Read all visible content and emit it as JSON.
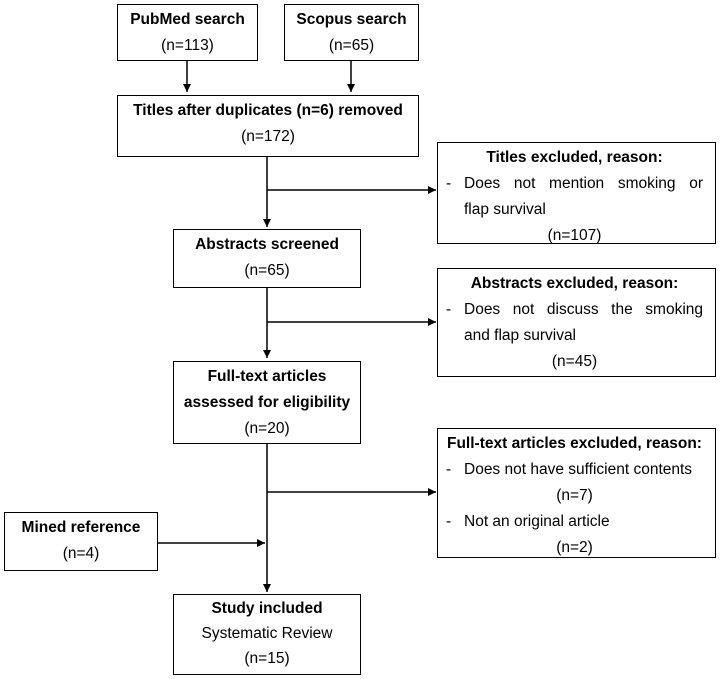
{
  "boxes": {
    "pubmed": {
      "title": "PubMed search",
      "count": "(n=113)"
    },
    "scopus": {
      "title": "Scopus search",
      "count": "(n=65)"
    },
    "titles": {
      "title": "Titles after duplicates (n=6) removed",
      "count": "(n=172)"
    },
    "abstracts": {
      "title": "Abstracts screened",
      "count": "(n=65)"
    },
    "fulltext": {
      "title_line1": "Full-text articles",
      "title_line2": "assessed for eligibility",
      "count": "(n=20)"
    },
    "mined": {
      "title": "Mined reference",
      "count": "(n=4)"
    },
    "included": {
      "title": "Study included",
      "subtitle": "Systematic Review",
      "count": "(n=15)"
    }
  },
  "exclusions": {
    "titles": {
      "title": "Titles excluded, reason:",
      "dash": "-",
      "reason_line1": "Does not mention smoking or",
      "reason_line2": "flap survival",
      "count": "(n=107)"
    },
    "abstracts": {
      "title": "Abstracts excluded, reason:",
      "dash": "-",
      "reason_line1": "Does not discuss the smoking",
      "reason_line2": "and flap survival",
      "count": "(n=45)"
    },
    "fulltext": {
      "title": "Full-text articles excluded, reason:",
      "dash1": "-",
      "reason1": "Does not have sufficient contents",
      "count1": "(n=7)",
      "dash2": "-",
      "reason2": "Not an original article",
      "count2": "(n=2)"
    }
  }
}
